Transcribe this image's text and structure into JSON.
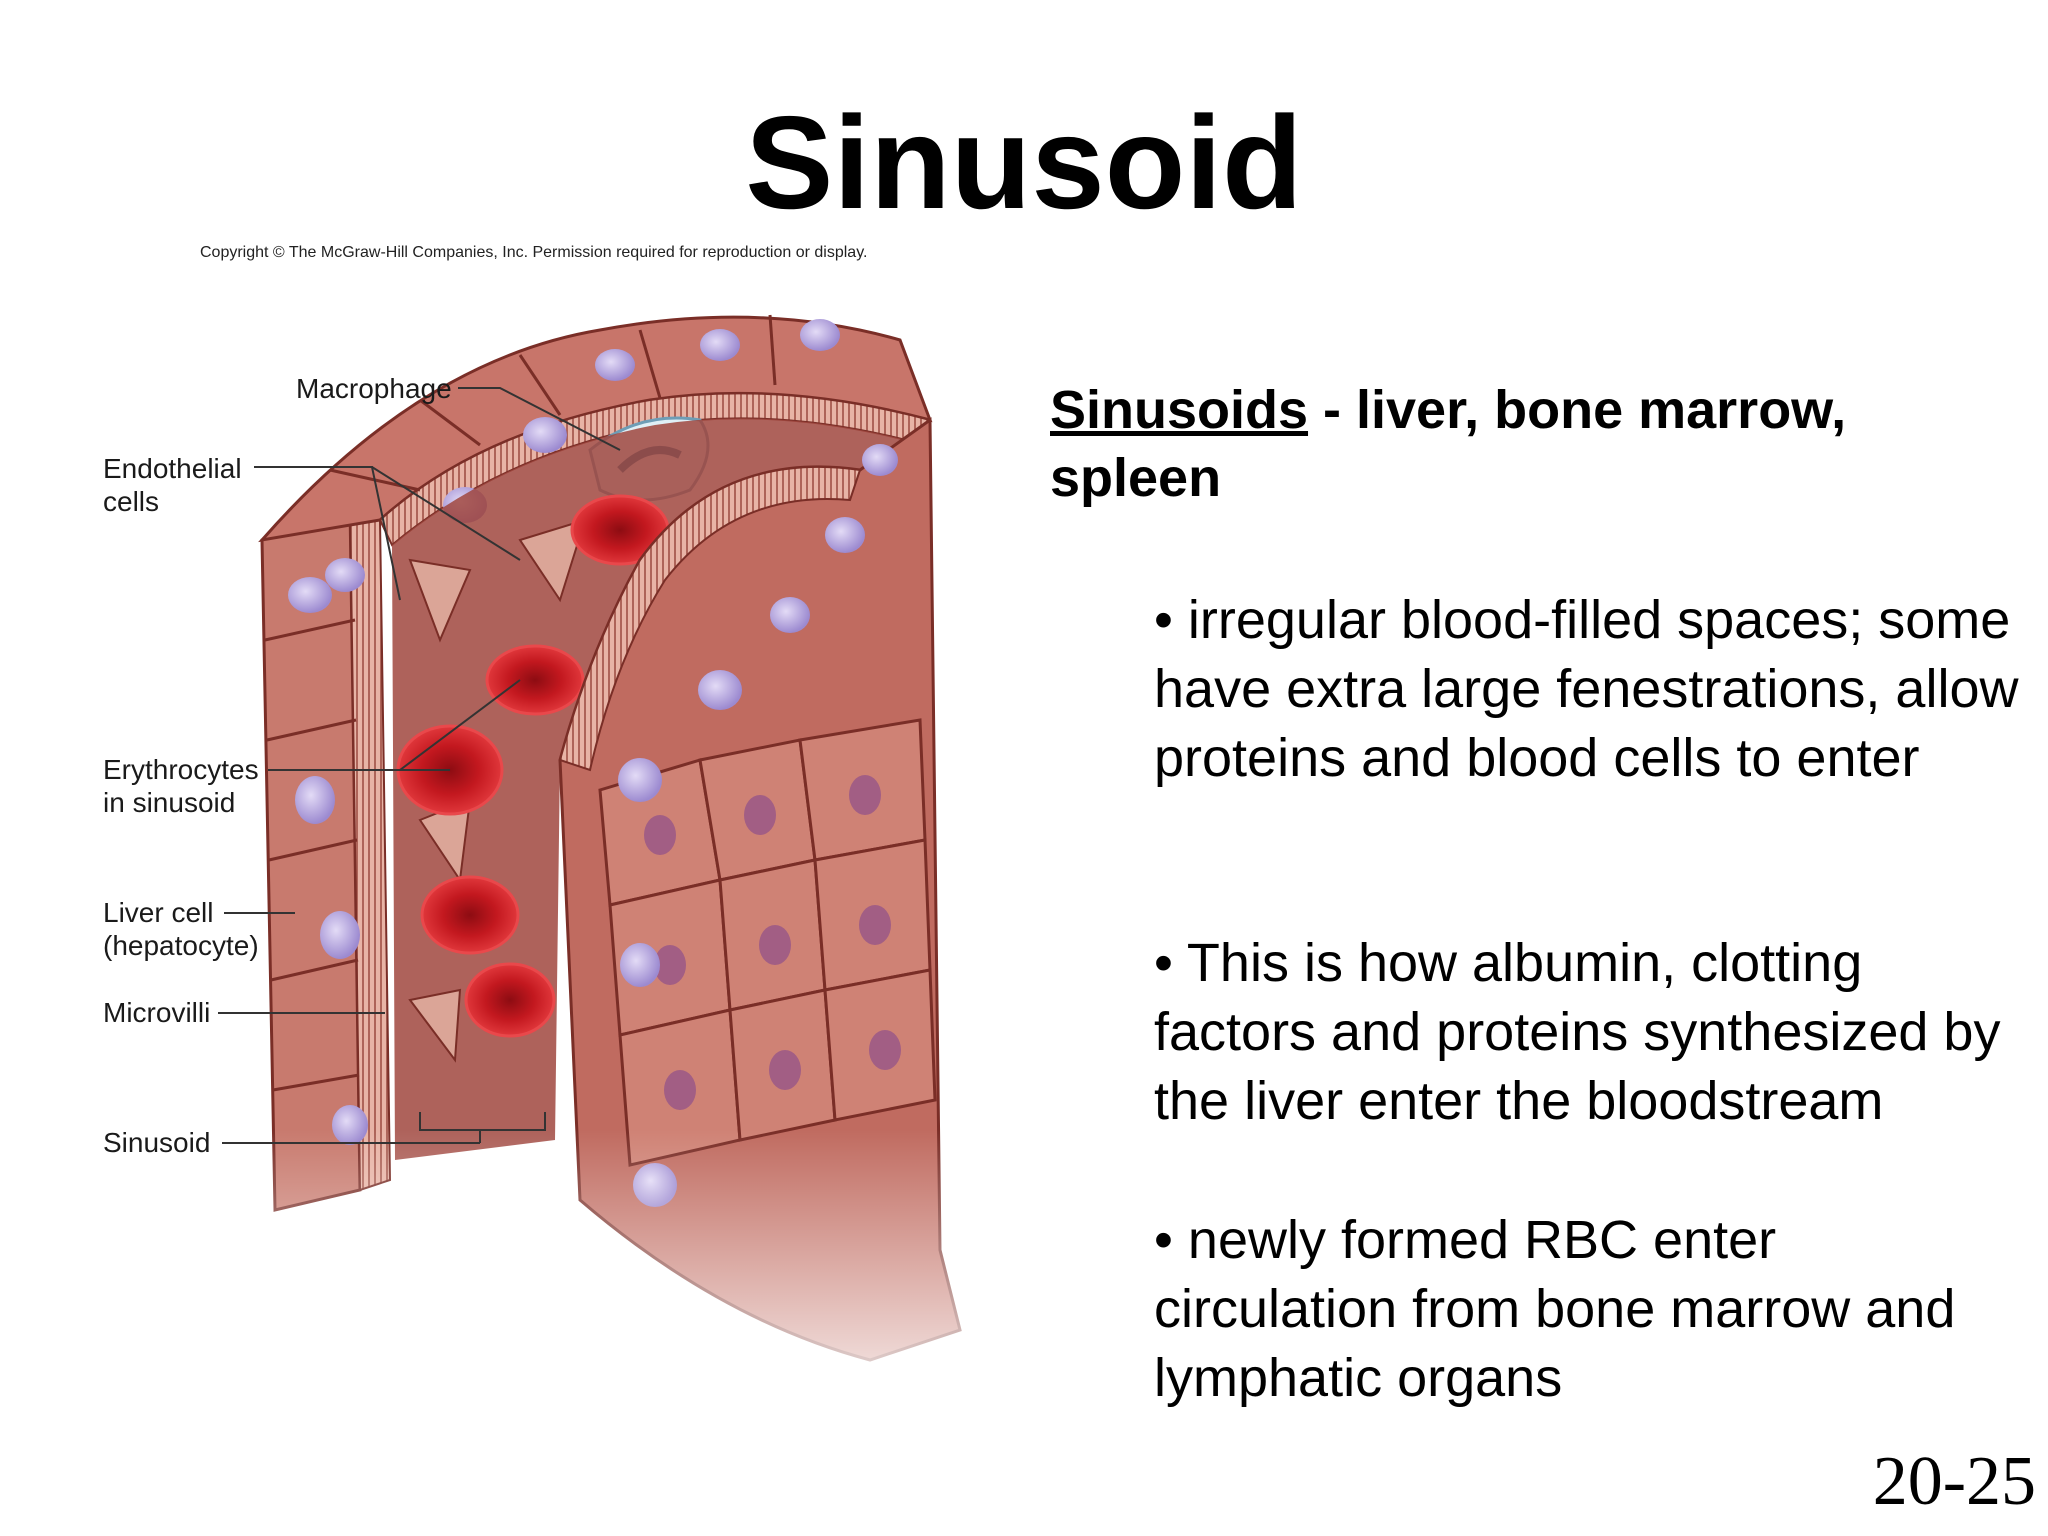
{
  "slide": {
    "title": "Sinusoid",
    "copyright": "Copyright © The McGraw-Hill Companies, Inc. Permission required for reproduction or display.",
    "slide_number": "20-25"
  },
  "figure": {
    "labels": {
      "macrophage": "Macrophage",
      "endothelial_1": "Endothelial",
      "endothelial_2": "cells",
      "erythrocytes_1": "Erythrocytes",
      "erythrocytes_2": "in sinusoid",
      "liver_cell_1": "Liver cell",
      "liver_cell_2": "(hepatocyte)",
      "microvilli": "Microvilli",
      "sinusoid": "Sinusoid"
    }
  },
  "text": {
    "heading_term": "Sinusoids",
    "heading_rest": " - liver, bone marrow, spleen",
    "bullets": [
      "• irregular blood-filled spaces; some have extra large fenestrations, allow proteins and blood cells to enter",
      "• This is how albumin, clotting factors and proteins synthesized by the liver enter the bloodstream",
      "• newly formed RBC enter circulation from bone marrow and lymphatic organs"
    ]
  },
  "colors": {
    "tissue": "#c8756a",
    "tissue_dark": "#8e3d35",
    "blood": "#d01c22",
    "nucleus": "#b7a6dc"
  }
}
